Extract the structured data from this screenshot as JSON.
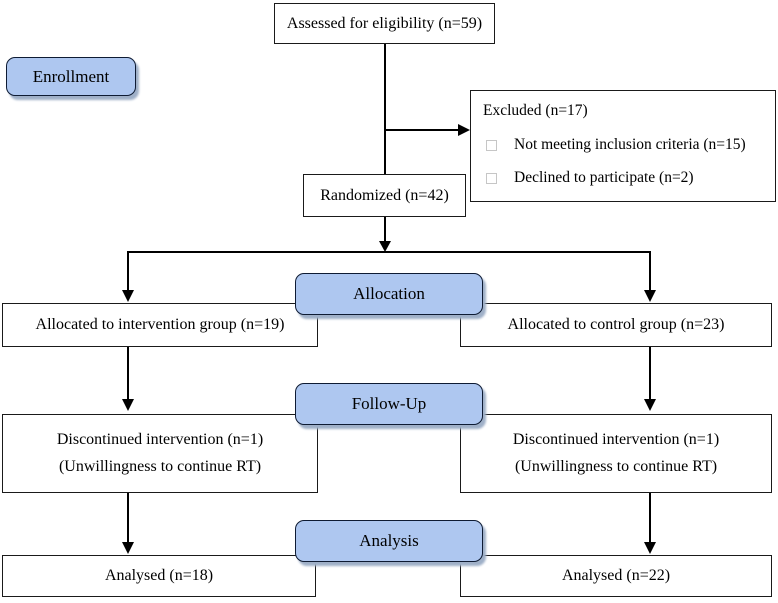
{
  "colors": {
    "stage_fill": "#aec7f0",
    "stage_border": "#0e1b33",
    "box_border": "#1a1a1a",
    "arrow": "#000000",
    "bullet_outline": "#c6c6c6"
  },
  "stages": {
    "enrollment": "Enrollment",
    "allocation": "Allocation",
    "followup": "Follow-Up",
    "analysis": "Analysis"
  },
  "nodes": {
    "assessed": "Assessed for eligibility (n=59)",
    "randomized": "Randomized (n=42)",
    "excluded": {
      "title": "Excluded (n=17)",
      "items": [
        "Not meeting inclusion criteria (n=15)",
        "Declined to participate (n=2)"
      ]
    },
    "intervention": {
      "allocated": "Allocated to intervention group (n=19)",
      "discontinued": [
        "Discontinued intervention (n=1)",
        "(Unwillingness to continue RT)"
      ],
      "analysed": "Analysed (n=18)"
    },
    "control": {
      "allocated": "Allocated to control group (n=23)",
      "discontinued": [
        "Discontinued intervention (n=1)",
        "(Unwillingness to continue RT)"
      ],
      "analysed": "Analysed (n=22)"
    }
  }
}
